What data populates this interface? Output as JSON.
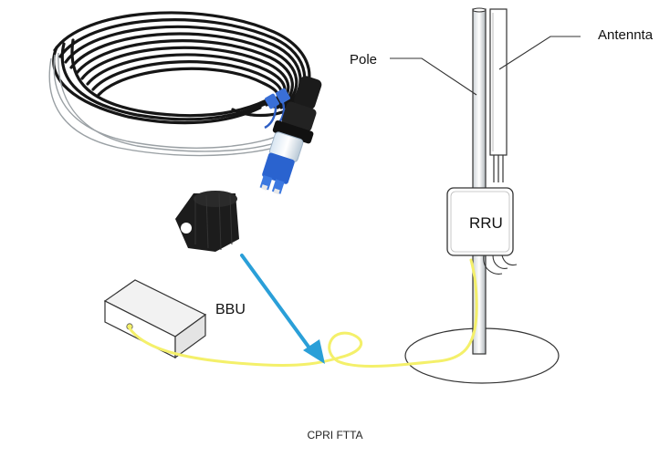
{
  "labels": {
    "pole": "Pole",
    "antenna": "Antennta",
    "bbu": "BBU",
    "rru": "RRU"
  },
  "caption": "CPRI FTTA",
  "colors": {
    "fiber": "#f4f06a",
    "arrow": "#2a9fd8",
    "cable": "#1a1a1a",
    "outline": "#444444"
  },
  "icons": {
    "photo": "fiber-optic-cable-with-connector",
    "cap": "dust-cap-icon"
  }
}
